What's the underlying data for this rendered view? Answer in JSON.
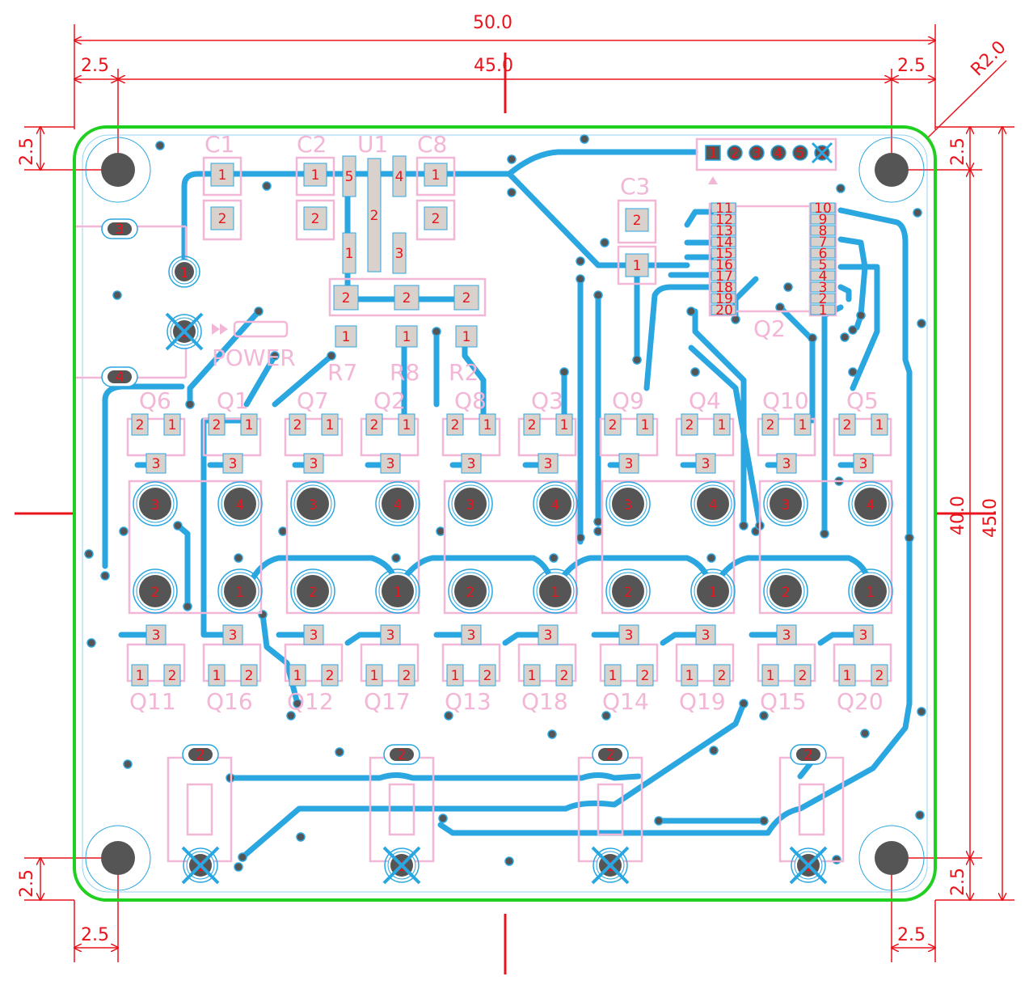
{
  "dimensions": {
    "width_total": "50.0",
    "width_inner": "45.0",
    "height_total": "45.0",
    "height_inner": "40.0",
    "offset": "2.5",
    "corner_radius": "R2.0"
  },
  "silkscreen": {
    "caps": [
      "C1",
      "C2",
      "U1",
      "C8",
      "C3"
    ],
    "resistors": [
      "R7",
      "R8",
      "R2"
    ],
    "power_label": "POWER",
    "q2_label": "Q2",
    "top_transistors": [
      "Q6",
      "Q1",
      "Q7",
      "Q2",
      "Q8",
      "Q3",
      "Q9",
      "Q4",
      "Q10",
      "Q5"
    ],
    "bottom_transistors": [
      "Q11",
      "Q16",
      "Q12",
      "Q17",
      "Q13",
      "Q18",
      "Q14",
      "Q19",
      "Q15",
      "Q20"
    ]
  },
  "header_pins": [
    "1",
    "2",
    "3",
    "4",
    "5",
    "6"
  ],
  "connector_left_pins": [
    "11",
    "12",
    "13",
    "14",
    "15",
    "16",
    "17",
    "18",
    "19",
    "20"
  ],
  "connector_right_pins": [
    "10",
    "9",
    "8",
    "7",
    "6",
    "5",
    "4",
    "3",
    "2",
    "1"
  ],
  "colors": {
    "board_outline": "#1fd01f",
    "dimension": "#e8141c",
    "trace": "#2aa6e0",
    "silkscreen": "#f2b6d6",
    "pad": "#d9d1cb",
    "hole": "#555555"
  }
}
